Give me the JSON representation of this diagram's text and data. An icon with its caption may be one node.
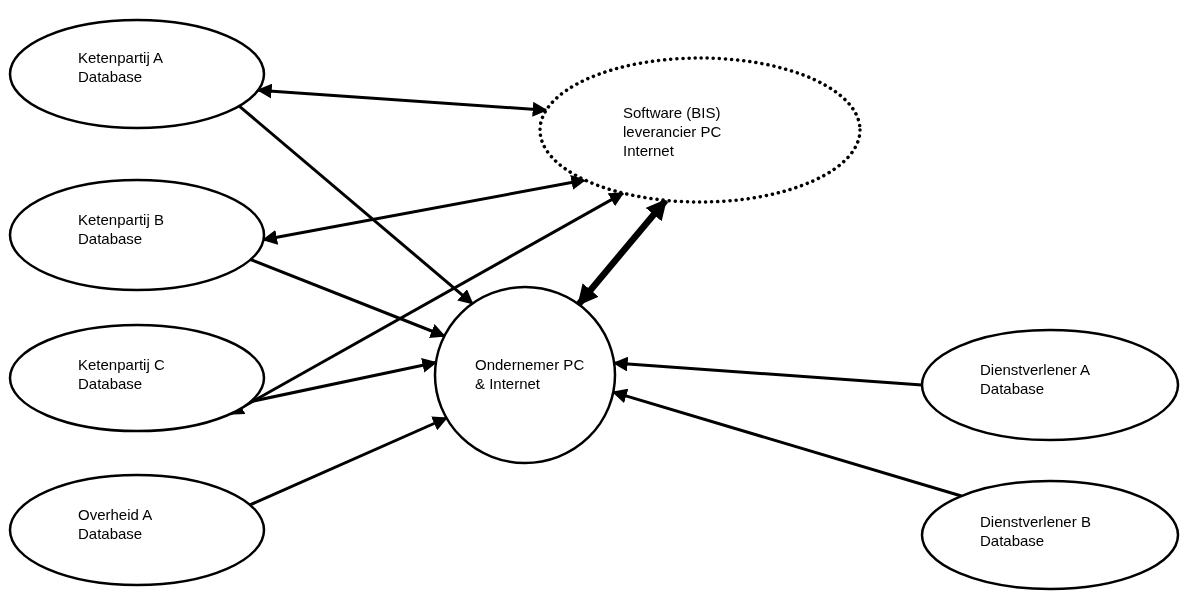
{
  "diagram": {
    "nodes": [
      {
        "text": [
          "Ketenpartij A Database"
        ]
      },
      {
        "text": [
          "Software (BIS) leverancier PC Internet"
        ]
      },
      {
        "text": [
          "Ketenpartij B Database"
        ]
      },
      {
        "text": [
          "Ondernemer PC & Internet"
        ]
      },
      {
        "text": [
          "Ketenpartij C Database"
        ]
      },
      {
        "text": [
          "Dienstverlener A Database"
        ]
      },
      {
        "text": [
          "Overheid A Database"
        ]
      },
      {
        "text": [
          "Dienstverlener B Database"
        ]
      }
    ],
    "edges": [
      {
        "from": 0,
        "to": 1,
        "arrow": "both"
      },
      {
        "from": 0,
        "to": 3,
        "arrow": "to"
      },
      {
        "from": 2,
        "to": 1,
        "arrow": "both"
      },
      {
        "from": 2,
        "to": 3,
        "arrow": "to"
      },
      {
        "from": 4,
        "to": 1,
        "arrow": "both"
      },
      {
        "from": 4,
        "to": 3,
        "arrow": "to"
      },
      {
        "from": 6,
        "to": 3,
        "arrow": "to"
      },
      {
        "from": 3,
        "to": 1,
        "arrow": "both",
        "style": "thick"
      },
      {
        "from": 5,
        "to": 3,
        "arrow": "to"
      },
      {
        "from": 7,
        "to": 3,
        "arrow": "to"
      }
    ]
  }
}
